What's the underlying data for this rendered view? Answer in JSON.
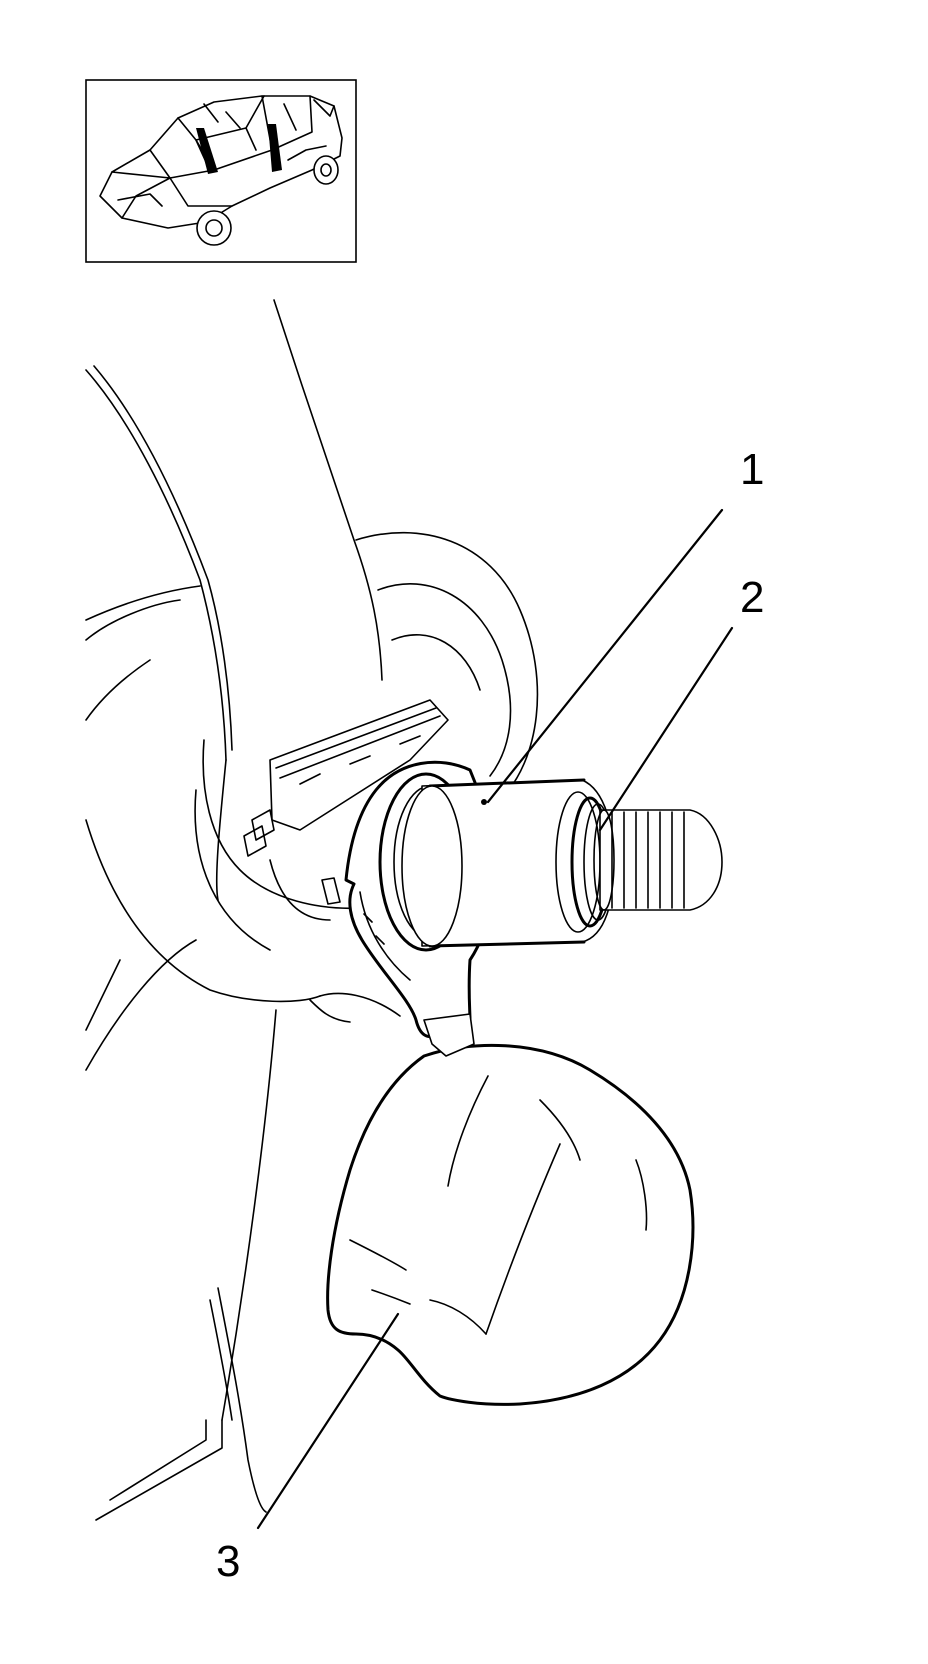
{
  "callouts": [
    {
      "id": "1",
      "label": "1"
    },
    {
      "id": "2",
      "label": "2"
    },
    {
      "id": "3",
      "label": "3"
    }
  ],
  "icons": {
    "vehicle_locator": "car-body-frame-icon"
  },
  "colors": {
    "line": "#000000",
    "background": "#ffffff"
  }
}
